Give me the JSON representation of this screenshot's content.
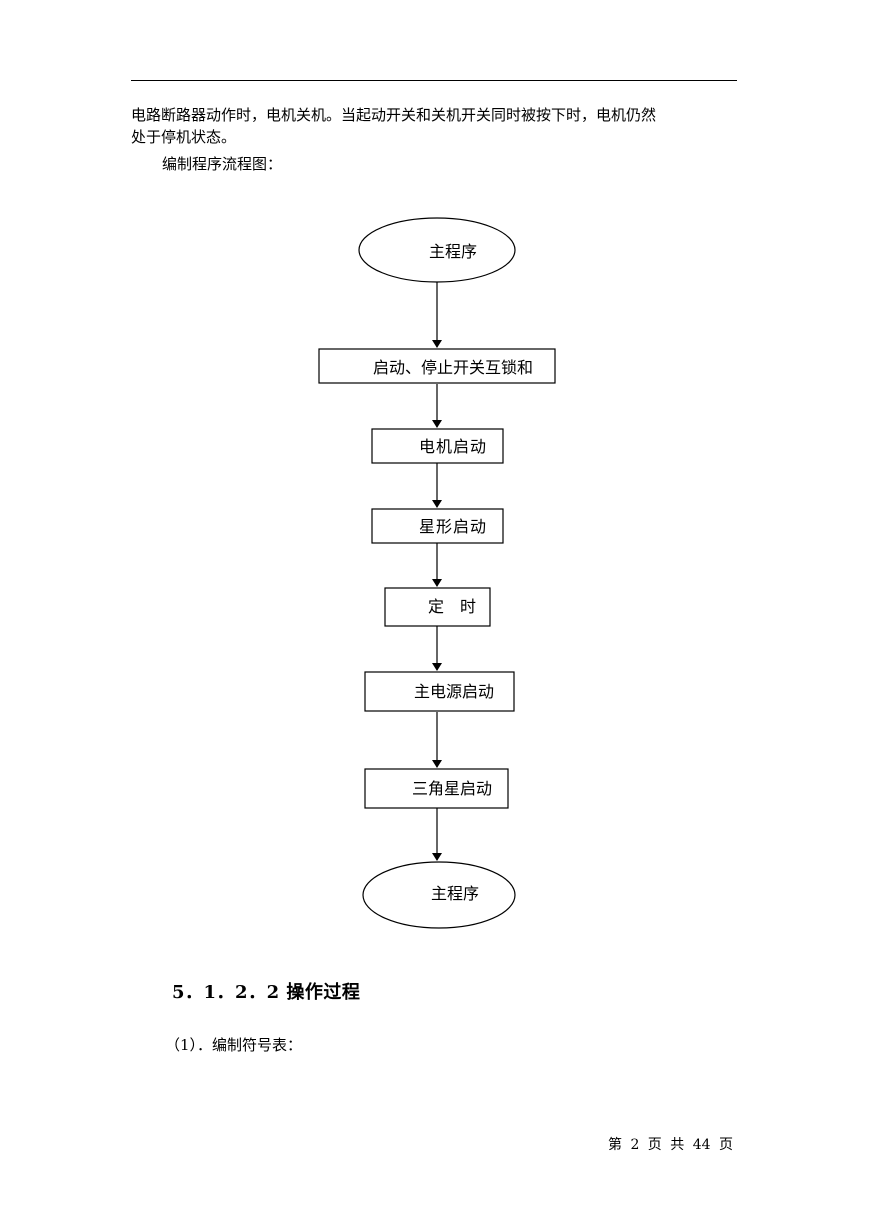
{
  "document": {
    "body_lines": [
      "电路断路器动作时，电机关机。当起动开关和关机开关同时被按下时，电机仍然",
      "处于停机状态。",
      "编制程序流程图："
    ]
  },
  "flowchart": {
    "start": "主程序",
    "steps": [
      "启动、停止开关互锁和",
      "电机启动",
      "星形启动",
      "定　时",
      "主电源启动",
      "三角星启动"
    ],
    "end": "主程序"
  },
  "section": {
    "heading": "5．1．2．2 操作过程",
    "subheading": "（1）．编制符号表："
  },
  "footer": {
    "page_label": "第 2 页 共 44 页"
  }
}
